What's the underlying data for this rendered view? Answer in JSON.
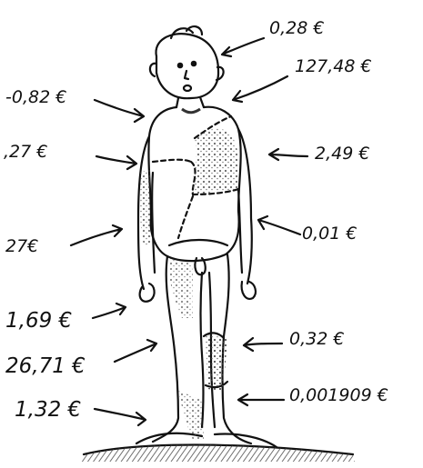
{
  "labels": {
    "head": "0,28 €",
    "neck": "127,48 €",
    "left_shoulder": "-0,82 €",
    "left_arm": ",27 €",
    "right_chest": "2,49 €",
    "left_hip": "27€",
    "right_hand": "0,01 €",
    "left_knee": "1,69 €",
    "left_shin": "26,71 €",
    "right_shin": "0,32 €",
    "right_ankle": "0,001909 €",
    "left_foot": "1,32 €"
  },
  "colors": {
    "ink": "#111111",
    "shade": "#555555"
  }
}
